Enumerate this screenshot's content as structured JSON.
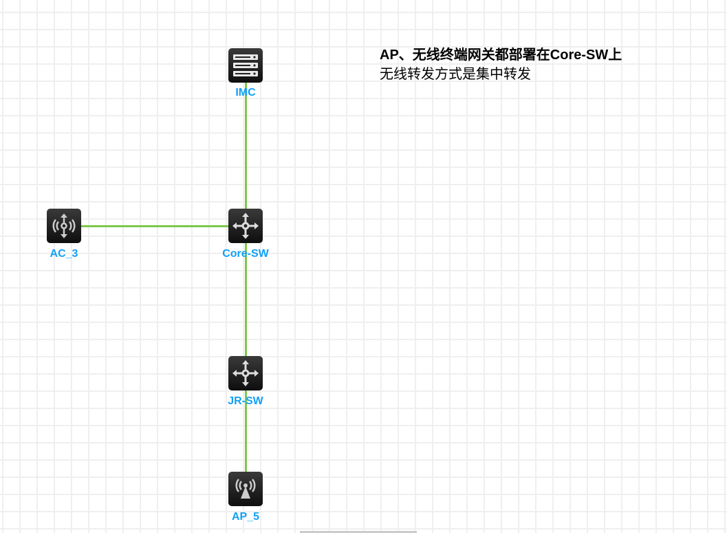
{
  "nodes": {
    "imc": {
      "label": "IMC",
      "icon": "server-icon"
    },
    "core": {
      "label": "Core-SW",
      "icon": "switch-icon"
    },
    "ac": {
      "label": "AC_3",
      "icon": "wireless-controller-icon"
    },
    "jr": {
      "label": "JR-SW",
      "icon": "switch-icon"
    },
    "ap": {
      "label": "AP_5",
      "icon": "access-point-icon"
    }
  },
  "note": {
    "line1": "AP、无线终端网关都部署在Core-SW上",
    "line2": "无线转发方式是集中转发"
  },
  "colors": {
    "link": "#7cc84a",
    "label": "#12a0f5"
  }
}
